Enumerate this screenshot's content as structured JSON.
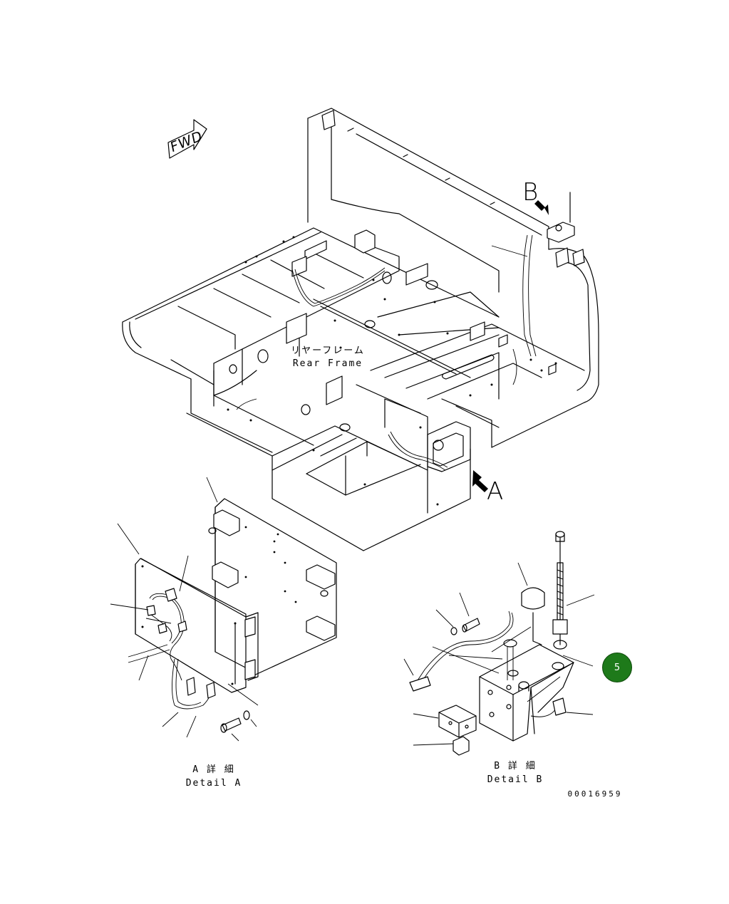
{
  "labels": {
    "fwd": "FWD",
    "view_a": "A",
    "view_b": "B",
    "rear_frame_jp": "リヤーフレーム",
    "rear_frame_en": "Rear Frame",
    "detail_a_jp": "A 詳 細",
    "detail_a_en": "Detail A",
    "detail_b_jp": "B 詳 細",
    "detail_b_en": "Detail B",
    "drawing_number": "00016959"
  },
  "callouts": [
    {
      "number": "5",
      "color": "#1e7a1a"
    }
  ]
}
